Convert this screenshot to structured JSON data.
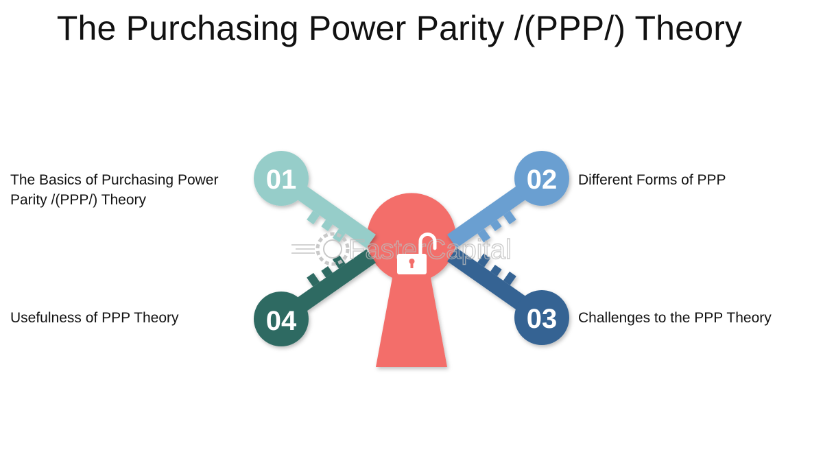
{
  "title": "The Purchasing Power Parity /(PPP/) Theory",
  "colors": {
    "key_01": "#96cdc9",
    "key_02": "#6a9fd1",
    "key_03": "#346393",
    "key_04": "#2f6a62",
    "keyhole": "#f36e6a"
  },
  "items": [
    {
      "number": "01",
      "label": "The Basics of Purchasing Power Parity /(PPP/) Theory"
    },
    {
      "number": "02",
      "label": "Different Forms of PPP"
    },
    {
      "number": "03",
      "label": "Challenges to the PPP Theory"
    },
    {
      "number": "04",
      "label": "Usefulness of PPP Theory"
    }
  ],
  "watermark": "FasterCapital",
  "icons": {
    "center": "padlock-unlocked-icon",
    "watermark": "gear-icon"
  }
}
